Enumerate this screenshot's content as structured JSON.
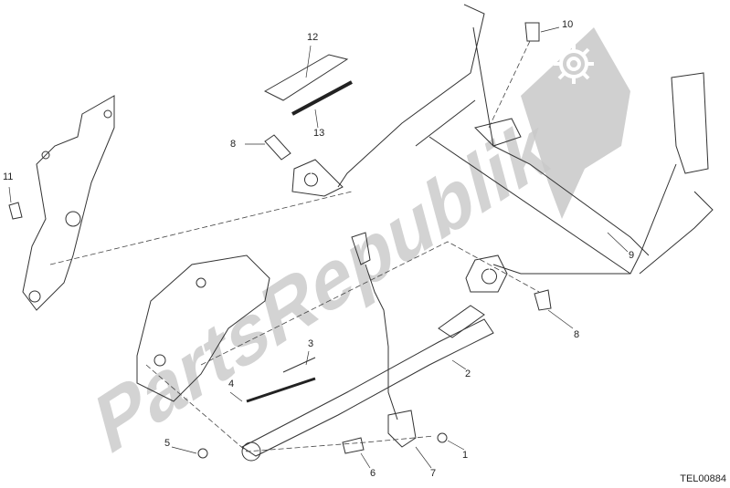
{
  "diagram": {
    "callouts": [
      "12",
      "10",
      "13",
      "8",
      "11",
      "9",
      "8",
      "3",
      "4",
      "2",
      "5",
      "6",
      "7",
      "1"
    ],
    "drawing_code": "TEL00884"
  },
  "watermark": {
    "text": "PartsRepublik",
    "icon": "gear-icon",
    "color": "#c8c8c8"
  }
}
